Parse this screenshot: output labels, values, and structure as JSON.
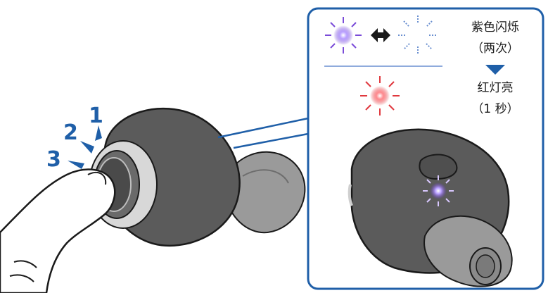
{
  "press_steps": [
    "1",
    "2",
    "3"
  ],
  "legend": {
    "line1": "紫色闪烁",
    "line2": "（两次）",
    "line3": "红灯亮",
    "line4": "（1 秒）"
  },
  "colors": {
    "accent_blue": "#1f5fa8",
    "purple_light": "#7a4bd8",
    "red_light": "#e0383e",
    "earbud_gray": "#5b5b5b",
    "tip_gray": "#9a9a9a"
  },
  "icons": [
    "purple-flash-icon",
    "bidirectional-arrow-icon",
    "dim-flash-icon",
    "red-flash-icon",
    "down-triangle-icon",
    "finger-illustration",
    "earbud-illustration"
  ]
}
